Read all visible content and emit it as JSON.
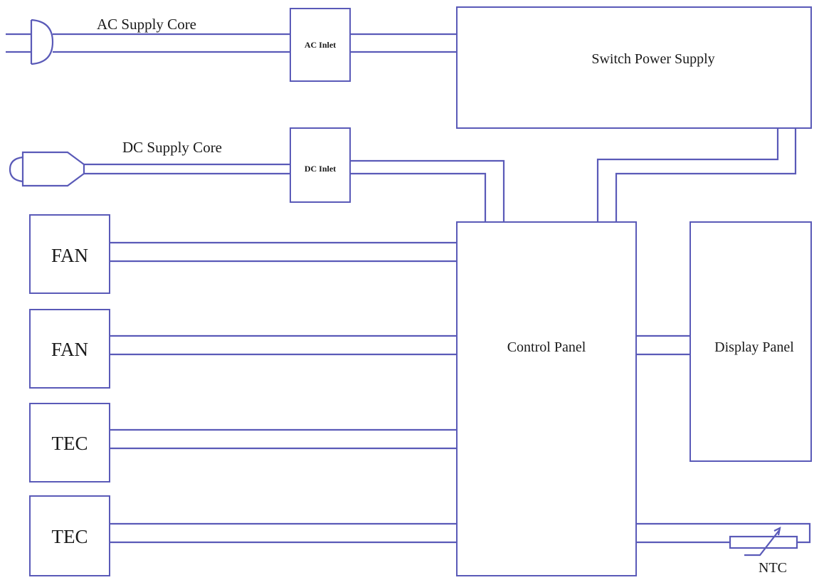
{
  "colors": {
    "line": "#5a5ab8",
    "text": "#1a1a1a",
    "background": "#ffffff"
  },
  "labels": {
    "ac_supply_core": "AC Supply Core",
    "ac_inlet": "AC Inlet",
    "switch_power_supply": "Switch Power Supply",
    "dc_supply_core": "DC Supply Core",
    "dc_inlet": "DC Inlet",
    "fan_1": "FAN",
    "fan_2": "FAN",
    "tec_1": "TEC",
    "tec_2": "TEC",
    "control_panel": "Control Panel",
    "display_panel": "Display Panel",
    "ntc": "NTC"
  },
  "icons": {
    "ac_plug": "ac-plug-icon",
    "dc_plug": "dc-plug-icon",
    "ntc_thermistor": "ntc-thermistor-icon"
  }
}
